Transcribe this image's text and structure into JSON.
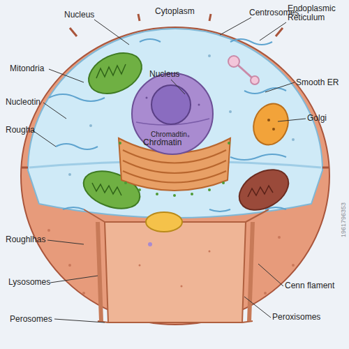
{
  "diagram": {
    "labels": [
      "Cytoplasm",
      "Nucleus",
      "Centrosomes",
      "Endoplasmic Reticulum",
      "Mitondria",
      "Nucleus",
      "Smooth ER",
      "Nucleotin",
      "Chromadtin",
      "Chromatin",
      "Rougha",
      "Golgi",
      "Roughlhas",
      "Lysosomes",
      "Cenn flament",
      "Perosomes",
      "Peroxisomes",
      "1961796353"
    ]
  }
}
